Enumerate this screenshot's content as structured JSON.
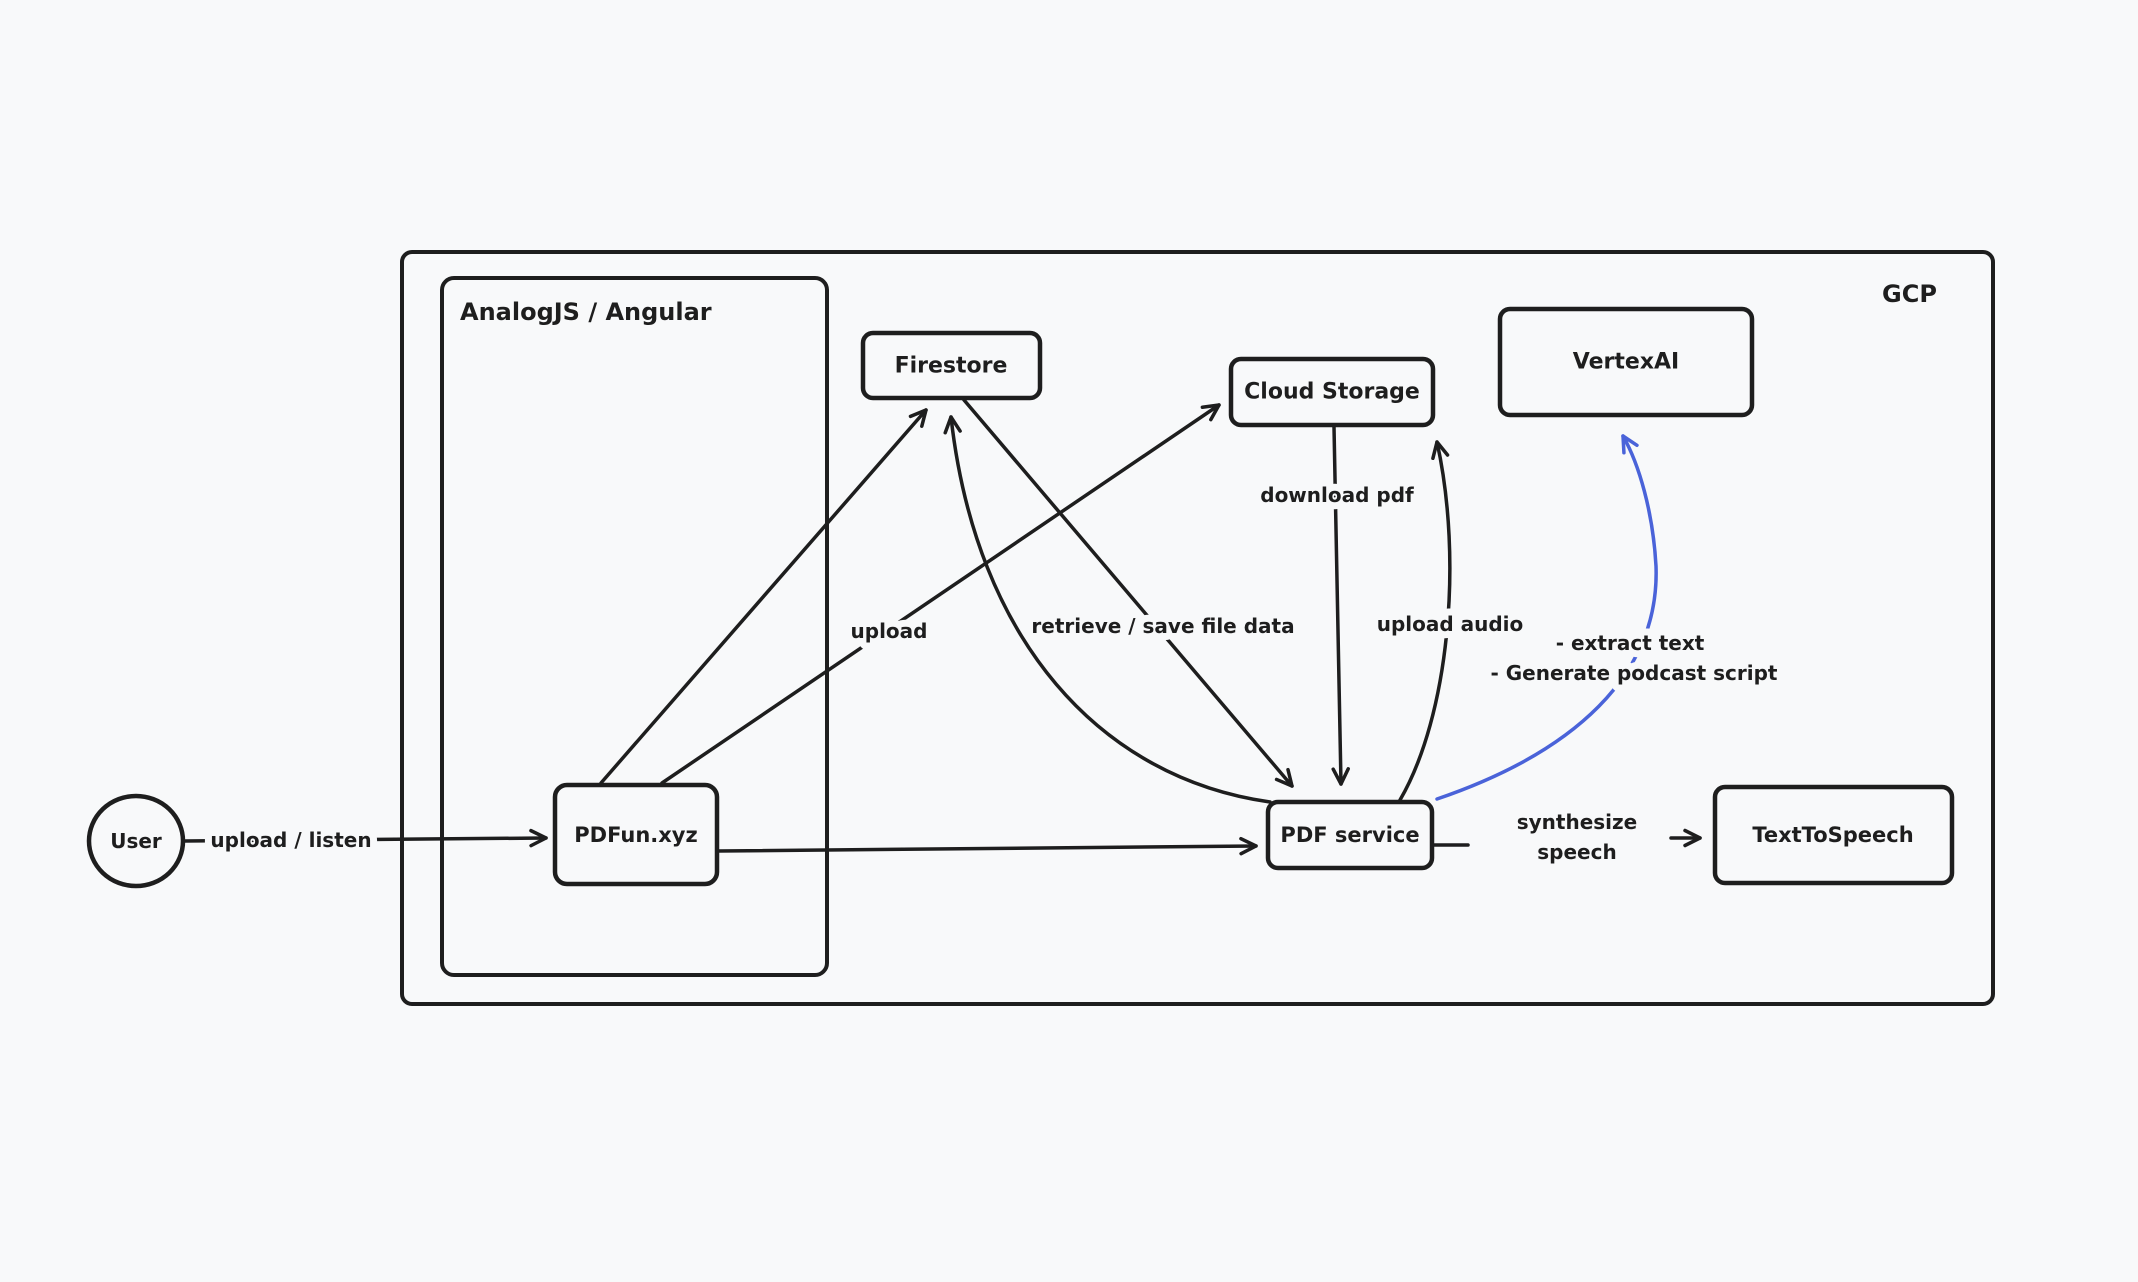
{
  "diagram": {
    "colors": {
      "background": "#f8f9fa",
      "stroke": "#1e1e1e",
      "accent_blue": "#4a63d9"
    },
    "containers": {
      "gcp": {
        "label": "GCP"
      },
      "frontend": {
        "label": "AnalogJS / Angular"
      }
    },
    "nodes": {
      "user": {
        "label": "User"
      },
      "pdfun": {
        "label": "PDFun.xyz"
      },
      "firestore": {
        "label": "Firestore"
      },
      "cloud_storage": {
        "label": "Cloud Storage"
      },
      "vertex_ai": {
        "label": "VertexAI"
      },
      "pdf_service": {
        "label": "PDF service"
      },
      "text_to_speech": {
        "label": "TextToSpeech"
      }
    },
    "edges": {
      "user_to_pdfun": {
        "label": "upload / listen"
      },
      "pdfun_to_cloud_storage": {
        "label": "upload"
      },
      "firestore_to_pdf_service": {
        "label": "retrieve / save file data"
      },
      "cloud_storage_to_pdf_service": {
        "label": "download pdf"
      },
      "pdf_service_to_cloud_storage": {
        "label": "upload audio"
      },
      "pdf_service_to_vertex_ai": {
        "label_line1": "- extract text",
        "label_line2": "- Generate podcast script"
      },
      "pdf_service_to_text_to_speech": {
        "label_line1": "synthesize",
        "label_line2": "speech"
      }
    }
  }
}
